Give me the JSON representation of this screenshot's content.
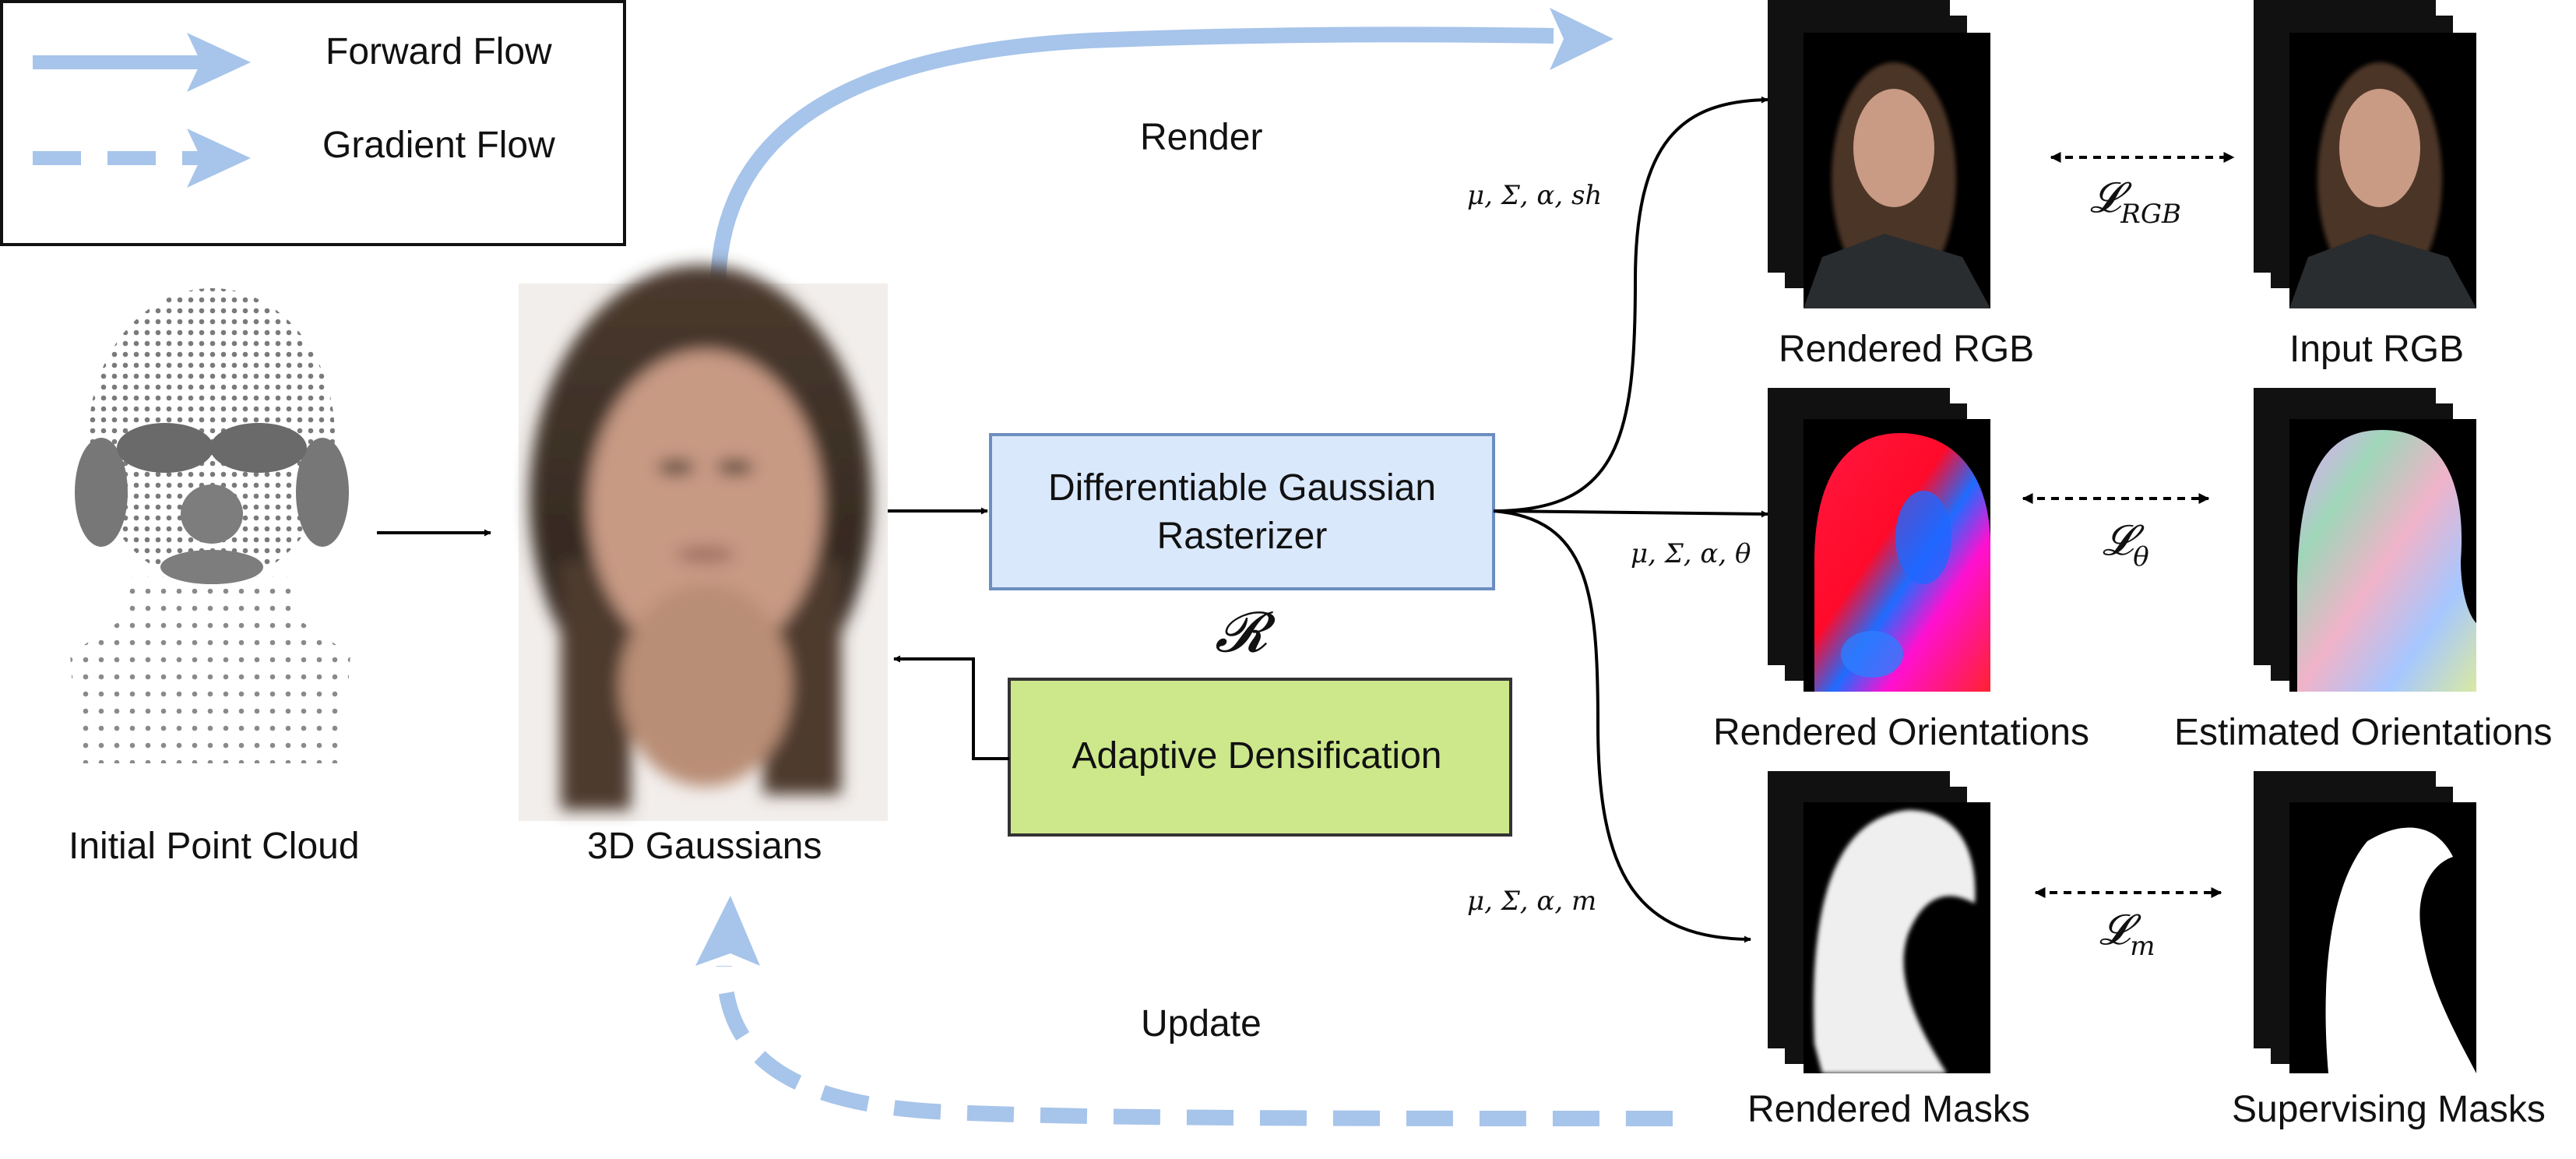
{
  "legend": {
    "forward_label": "Forward Flow",
    "gradient_label": "Gradient Flow"
  },
  "labels": {
    "render": "Render",
    "update": "Update",
    "point_cloud": "Initial Point Cloud",
    "gaussians": "3D Gaussians",
    "rasterizer_line1": "Differentiable Gaussian",
    "rasterizer_line2": "Rasterizer",
    "densification": "Adaptive Densification",
    "reg_symbol": "𝓡",
    "rendered_rgb": "Rendered RGB",
    "input_rgb": "Input RGB",
    "rendered_orient": "Rendered Orientations",
    "estimated_orient": "Estimated Orientations",
    "rendered_masks": "Rendered Masks",
    "supervising_masks": "Supervising Masks",
    "params_rgb": "μ, Σ, α, sh",
    "params_orient": "μ, Σ, α, θ",
    "params_mask": "μ, Σ, α, m"
  },
  "losses": {
    "rgb_main": "𝓛",
    "rgb_sub": "RGB",
    "theta_main": "𝓛",
    "theta_sub": "θ",
    "mask_main": "𝓛",
    "mask_sub": "m"
  },
  "colors": {
    "flow_blue": "#a7c4ea",
    "rasterizer_fill": "#dae8fc",
    "rasterizer_stroke": "#6c8ebf",
    "densify_fill": "#cde88b",
    "densify_stroke": "#333333"
  },
  "icons": {
    "head": "point-cloud-head-icon",
    "gaussians": "blurry-face-icon",
    "portrait": "portrait-photo-icon",
    "orientation": "orientation-map-icon",
    "mask": "mask-image-icon"
  }
}
